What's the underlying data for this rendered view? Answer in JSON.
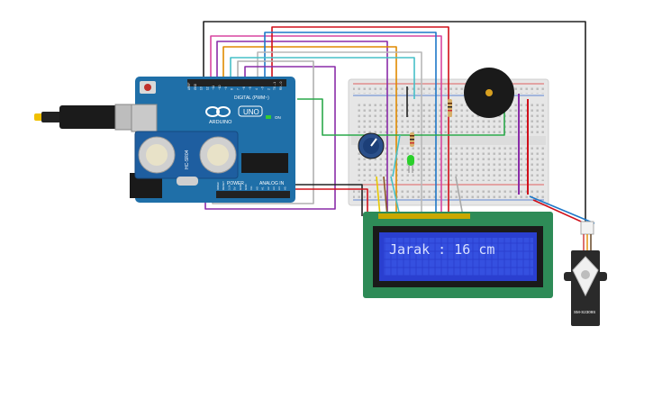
{
  "arduino": {
    "brand_text": "ARDUINO",
    "model_text": "UNO",
    "digital_label": "DIGITAL (PWM~)",
    "power_label": "POWER",
    "analog_label": "ANALOG IN",
    "on_label": "ON",
    "pin_labels_top": [
      "AREF",
      "GND",
      "13",
      "12",
      "~11",
      "~10",
      "~9",
      "8",
      "7",
      "~6",
      "~5",
      "4",
      "~3",
      "2",
      "TX→1",
      "RX←0"
    ],
    "pin_labels_bottom": [
      "IOREF",
      "RESET",
      "3.3V",
      "5V",
      "GND",
      "GND",
      "Vin",
      "A0",
      "A1",
      "A2",
      "A3",
      "A4",
      "A5"
    ]
  },
  "ultrasonic": {
    "model_text": "HC-SR04"
  },
  "lcd": {
    "display_text": "Jarak : 16 cm"
  },
  "servo": {
    "model_text": "SM-S2309S"
  },
  "colors": {
    "arduino_blue": "#1f6fa8",
    "breadboard": "#e8e8e8",
    "lcd_pcb": "#2e8b57",
    "lcd_screen": "#2a3fd0",
    "lcd_text": "#d8e0ff",
    "wire_red": "#d0101a",
    "wire_black": "#222222",
    "wire_green": "#2aa84a",
    "wire_orange": "#e08a00",
    "wire_purple": "#8a2ca8",
    "wire_blue": "#1e78c8",
    "wire_pink": "#d846a0",
    "wire_cyan": "#46c0c8",
    "wire_gray": "#a8a8a8",
    "wire_brown": "#8a5a2a",
    "wire_yellow": "#e8c800"
  },
  "icons": [
    "usb-cable-icon",
    "reset-button-icon",
    "piezo-buzzer-icon",
    "potentiometer-icon",
    "led-icon",
    "resistor-icon",
    "servo-horn-icon"
  ]
}
